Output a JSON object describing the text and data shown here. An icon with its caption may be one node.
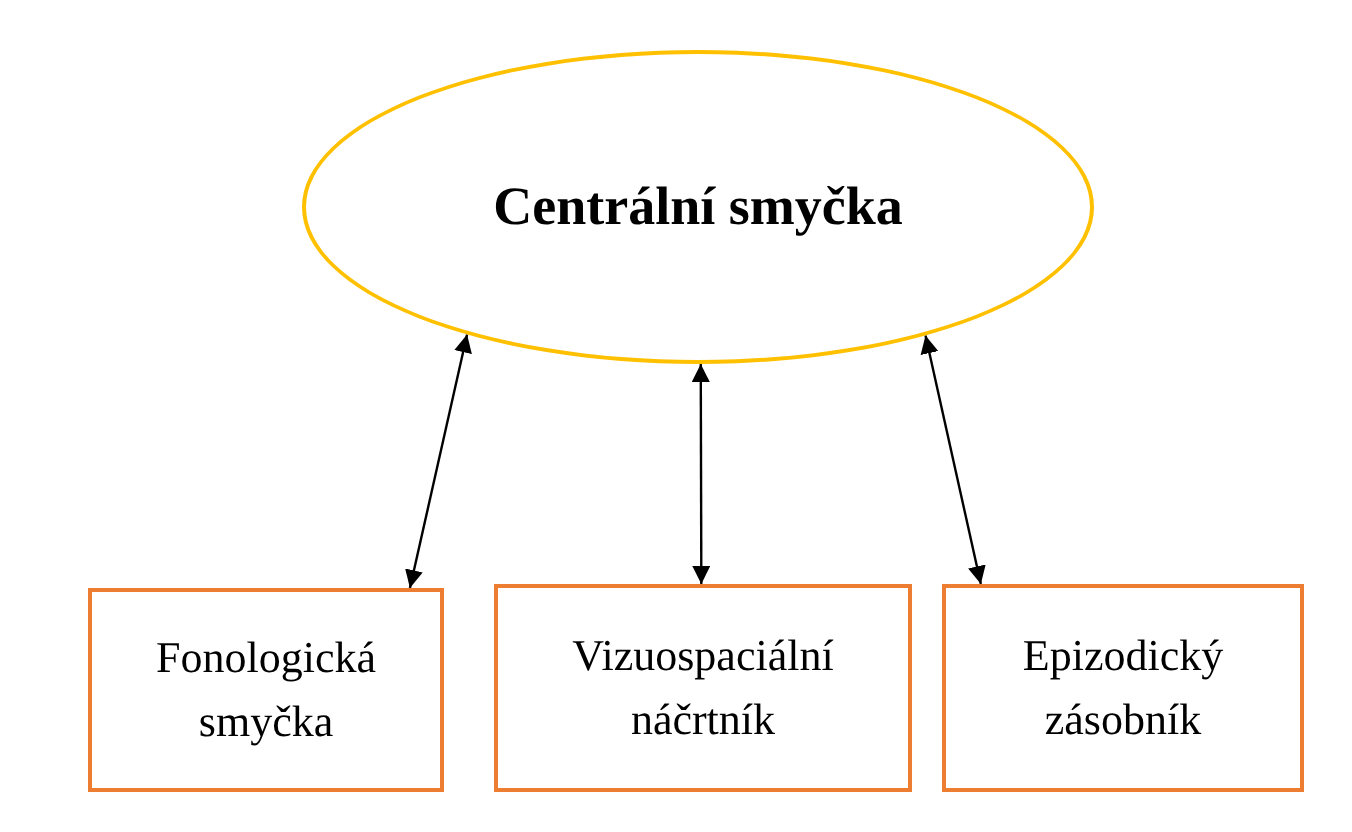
{
  "diagram": {
    "nodes": [
      {
        "text": [
          "Centrální smyčka"
        ]
      },
      {
        "text": [
          "Fonologická smyčka"
        ]
      },
      {
        "text": [
          "Vizuospaciální náčrtník"
        ]
      },
      {
        "text": [
          "Epizodický zásobník"
        ]
      }
    ],
    "edges": [
      {
        "from": 0,
        "to": 1,
        "arrow": "both"
      },
      {
        "from": 0,
        "to": 2,
        "arrow": "both"
      },
      {
        "from": 0,
        "to": 3,
        "arrow": "both"
      }
    ]
  }
}
